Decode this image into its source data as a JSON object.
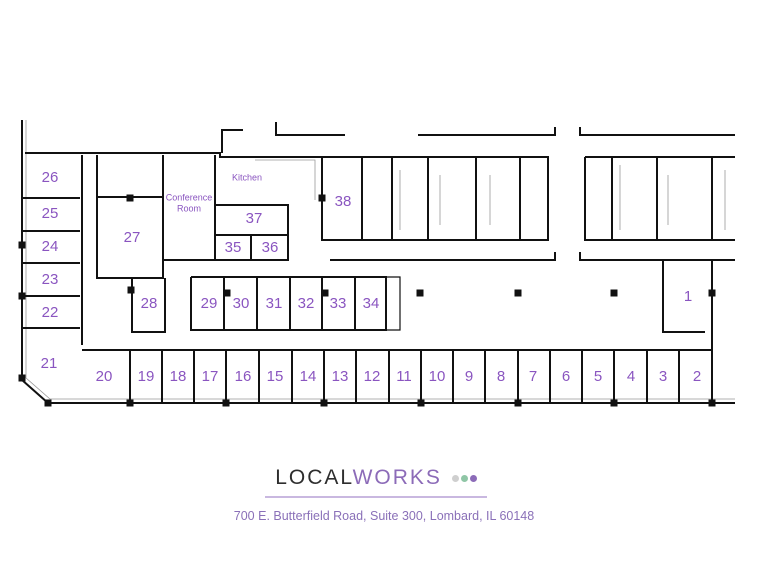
{
  "rooms": [
    "1",
    "2",
    "3",
    "4",
    "5",
    "6",
    "7",
    "8",
    "9",
    "10",
    "11",
    "12",
    "13",
    "14",
    "15",
    "16",
    "17",
    "18",
    "19",
    "20",
    "21",
    "22",
    "23",
    "24",
    "25",
    "26",
    "27",
    "28",
    "29",
    "30",
    "31",
    "32",
    "33",
    "34",
    "35",
    "36",
    "37",
    "38"
  ],
  "named_rooms": {
    "conference_line1": "Conference",
    "conference_line2": "Room",
    "kitchen": "Kitchen"
  },
  "logo": {
    "part1": "LOCAL",
    "part2": "WORKS",
    "dot_colors": [
      "#cfcfcf",
      "#8fc6a6",
      "#8c6bb8"
    ]
  },
  "address": "700 E. Butterfield Road, Suite 300, Lombard, IL 60148",
  "colors": {
    "label": "#8a55c0",
    "wall": "#111111",
    "accent": "#8c6bb8"
  }
}
